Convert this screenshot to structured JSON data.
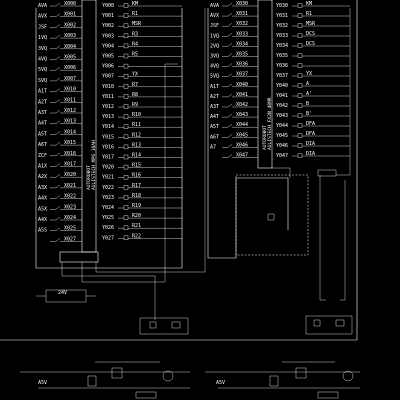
{
  "diagram": {
    "left_unit": {
      "model_label": "AUTOROBOT",
      "submodel_label": "AULISTECH MP6 16AH",
      "inputs": [
        {
          "name": "AVA",
          "addr": "X000"
        },
        {
          "name": "AVX",
          "addr": "X001"
        },
        {
          "name": "JSF",
          "addr": "X002"
        },
        {
          "name": "1VQ",
          "addr": "X003"
        },
        {
          "name": "3VQ",
          "addr": "X004"
        },
        {
          "name": "4VQ",
          "addr": "X005"
        },
        {
          "name": "5VQ",
          "addr": "X006"
        },
        {
          "name": "SVQ",
          "addr": "X007"
        },
        {
          "name": "A1T",
          "addr": "X010"
        },
        {
          "name": "A2T",
          "addr": "X011"
        },
        {
          "name": "A3T",
          "addr": "X012"
        },
        {
          "name": "A4T",
          "addr": "X013"
        },
        {
          "name": "A5T",
          "addr": "X014"
        },
        {
          "name": "A6T",
          "addr": "X015"
        },
        {
          "name": "ZCF",
          "addr": "X016"
        },
        {
          "name": "A1X",
          "addr": "X017"
        },
        {
          "name": "A2X",
          "addr": "X020"
        },
        {
          "name": "A3X",
          "addr": "X021"
        },
        {
          "name": "A4X",
          "addr": "X022"
        },
        {
          "name": "A5X",
          "addr": "X023"
        },
        {
          "name": "A4X",
          "addr": "X024"
        },
        {
          "name": "A5S",
          "addr": "X025"
        },
        {
          "name": "",
          "addr": "X027"
        }
      ],
      "outputs": [
        {
          "addr": "Y000",
          "name": "KM"
        },
        {
          "addr": "Y001",
          "name": "R1"
        },
        {
          "addr": "Y002",
          "name": "MSR"
        },
        {
          "addr": "Y003",
          "name": "R3"
        },
        {
          "addr": "Y004",
          "name": "R4"
        },
        {
          "addr": "Y005",
          "name": "R5"
        },
        {
          "addr": "Y006",
          "name": ""
        },
        {
          "addr": "Y007",
          "name": "YX"
        },
        {
          "addr": "Y010",
          "name": "R7"
        },
        {
          "addr": "Y011",
          "name": "R8"
        },
        {
          "addr": "Y012",
          "name": "R9"
        },
        {
          "addr": "Y013",
          "name": "R10"
        },
        {
          "addr": "Y014",
          "name": "R11"
        },
        {
          "addr": "Y015",
          "name": "R12"
        },
        {
          "addr": "Y016",
          "name": "R13"
        },
        {
          "addr": "Y017",
          "name": "R14"
        },
        {
          "addr": "Y020",
          "name": "R15"
        },
        {
          "addr": "Y021",
          "name": "R16"
        },
        {
          "addr": "Y022",
          "name": "R17"
        },
        {
          "addr": "Y023",
          "name": "R18"
        },
        {
          "addr": "Y024",
          "name": "R19"
        },
        {
          "addr": "Y025",
          "name": "R20"
        },
        {
          "addr": "Y026",
          "name": "R21"
        },
        {
          "addr": "Y027",
          "name": "R22"
        }
      ]
    },
    "right_unit": {
      "model_label": "AUTOROBOT",
      "submodel_label": "AULISTECH FX2N 48MR",
      "inputs": [
        {
          "name": "AVA",
          "addr": "X030"
        },
        {
          "name": "AVX",
          "addr": "X031"
        },
        {
          "name": "JSF",
          "addr": "X032"
        },
        {
          "name": "1VQ",
          "addr": "X033"
        },
        {
          "name": "2VQ",
          "addr": "X034"
        },
        {
          "name": "3VQ",
          "addr": "X035"
        },
        {
          "name": "4VQ",
          "addr": "X036"
        },
        {
          "name": "5VQ",
          "addr": "X037"
        },
        {
          "name": "A1T",
          "addr": "X040"
        },
        {
          "name": "A2T",
          "addr": "X041"
        },
        {
          "name": "A3T",
          "addr": "X042"
        },
        {
          "name": "A4T",
          "addr": "X043"
        },
        {
          "name": "A5T",
          "addr": "X044"
        },
        {
          "name": "A6T",
          "addr": "X045"
        },
        {
          "name": "A7",
          "addr": "X046"
        },
        {
          "name": "",
          "addr": "X047"
        }
      ],
      "outputs": [
        {
          "addr": "Y030",
          "name": "KM"
        },
        {
          "addr": "Y031",
          "name": "R1"
        },
        {
          "addr": "Y032",
          "name": "MSR"
        },
        {
          "addr": "Y033",
          "name": "DCS"
        },
        {
          "addr": "Y034",
          "name": "DCS"
        },
        {
          "addr": "Y035",
          "name": ""
        },
        {
          "addr": "Y036",
          "name": ""
        },
        {
          "addr": "Y037",
          "name": "YX"
        },
        {
          "addr": "Y040",
          "name": "A"
        },
        {
          "addr": "Y041",
          "name": "A'"
        },
        {
          "addr": "Y042",
          "name": "B"
        },
        {
          "addr": "Y043",
          "name": "B'"
        },
        {
          "addr": "Y044",
          "name": "DFA"
        },
        {
          "addr": "Y045",
          "name": "DFA"
        },
        {
          "addr": "Y046",
          "name": "DIA"
        },
        {
          "addr": "Y047",
          "name": "DIA"
        }
      ]
    },
    "power_label": "24V",
    "bottom_labels": [
      "A5V",
      "A5V"
    ],
    "colors": {
      "background": "#000000",
      "line": "#ffffff"
    }
  }
}
